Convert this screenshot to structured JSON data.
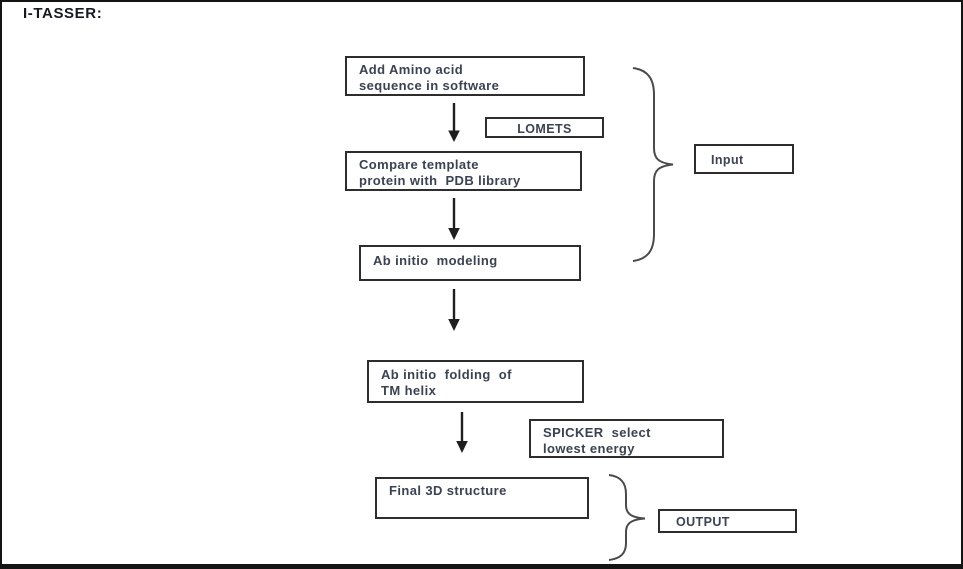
{
  "page_title": "I-TASSER:",
  "flowchart": {
    "boxes": {
      "add_sequence": "Add Amino acid\nsequence in software",
      "lomets": "LOMETS",
      "compare_template": "Compare template\nprotein with  PDB library",
      "ab_initio_modeling": "Ab initio  modeling",
      "ab_initio_folding": "Ab initio  folding  of\nTM helix",
      "spicker": "SPICKER  select\nlowest energy",
      "final_structure": "Final 3D structure",
      "input_label": "Input",
      "output_label": "OUTPUT"
    },
    "connectors": {
      "down_arrow_count": 4,
      "braces": [
        "input-group-brace",
        "output-group-brace"
      ]
    },
    "colors": {
      "background": "#ffffff",
      "box_border": "#2d2d2d",
      "text": "#3b4252",
      "title_text": "#171a22",
      "arrow": "#1f1f1f",
      "brace": "#4a4a4a",
      "page_border": "#141414"
    }
  }
}
